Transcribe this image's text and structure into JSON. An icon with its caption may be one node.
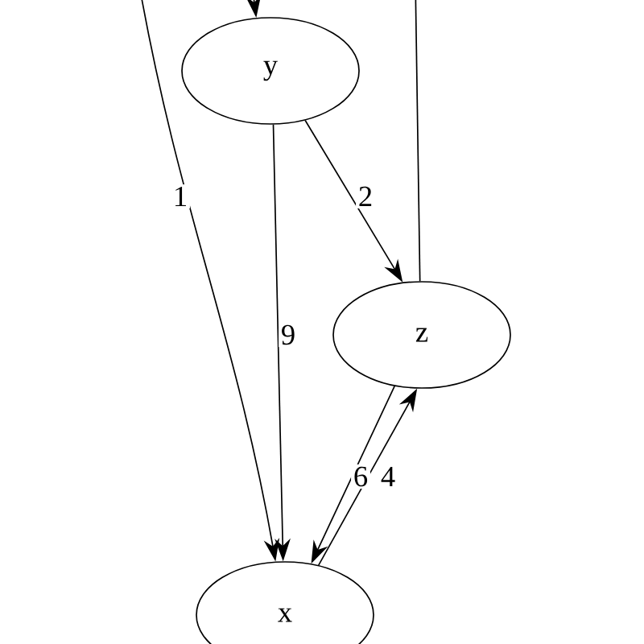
{
  "diagram": {
    "nodes": [
      {
        "text": [
          "y"
        ]
      },
      {
        "text": [
          "z"
        ]
      },
      {
        "text": [
          "x"
        ]
      }
    ],
    "edges": [
      {
        "from": null,
        "to": 2,
        "arrow": "to",
        "label": "1"
      },
      {
        "from": null,
        "to": 0,
        "arrow": "to"
      },
      {
        "from": 1,
        "to": null,
        "arrow": "none"
      },
      {
        "from": 0,
        "to": 1,
        "arrow": "to",
        "label": "2"
      },
      {
        "from": 0,
        "to": 2,
        "arrow": "to",
        "label": "9"
      },
      {
        "from": 1,
        "to": 2,
        "arrow": "to",
        "label": "6"
      },
      {
        "from": 2,
        "to": 1,
        "arrow": "to",
        "label": "4"
      }
    ]
  }
}
